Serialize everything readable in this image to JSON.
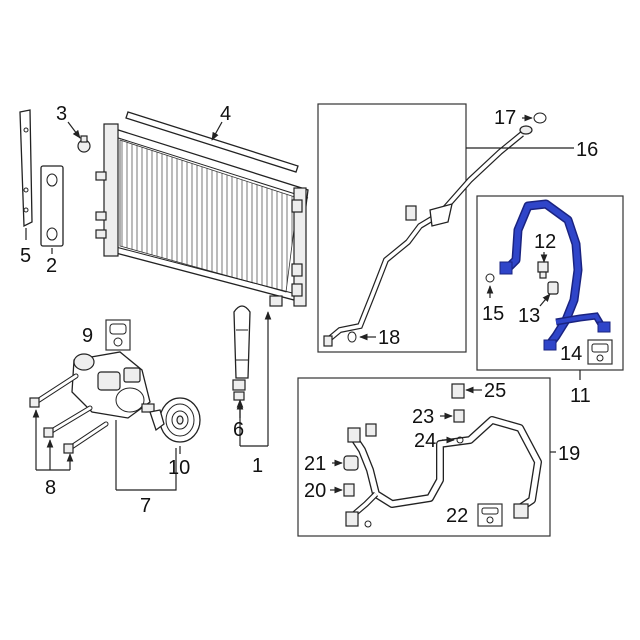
{
  "diagram": {
    "callouts": {
      "c1": "1",
      "c2": "2",
      "c3": "3",
      "c4": "4",
      "c5": "5",
      "c6": "6",
      "c7": "7",
      "c8": "8",
      "c9": "9",
      "c10": "10",
      "c11": "11",
      "c12": "12",
      "c13": "13",
      "c14": "14",
      "c15": "15",
      "c16": "16",
      "c17": "17",
      "c18": "18",
      "c19": "19",
      "c20": "20",
      "c21": "21",
      "c22": "22",
      "c23": "23",
      "c24": "24",
      "c25": "25"
    },
    "colors": {
      "highlight_hose": "#2233aa",
      "line": "#222222",
      "background": "#ffffff"
    }
  }
}
